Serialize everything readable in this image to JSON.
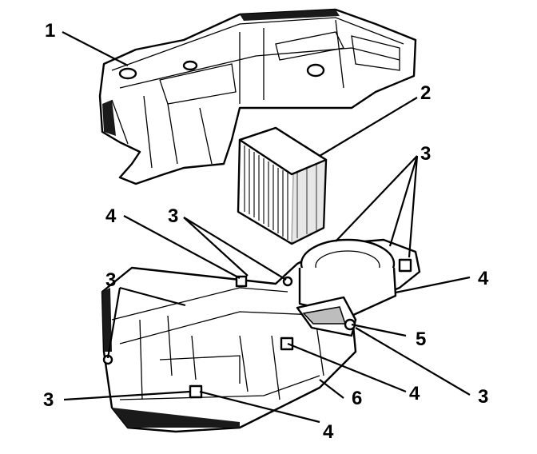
{
  "callouts": {
    "c1": "1",
    "c2": "2",
    "c3_upper_right": "3",
    "c4_upper_left": "4",
    "c3_center": "3",
    "c3_left": "3",
    "c4_right": "4",
    "c5": "5",
    "c4_lower_right": "4",
    "c3_lower_right": "3",
    "c6": "6",
    "c3_lower_left": "3",
    "c4_bottom": "4"
  }
}
